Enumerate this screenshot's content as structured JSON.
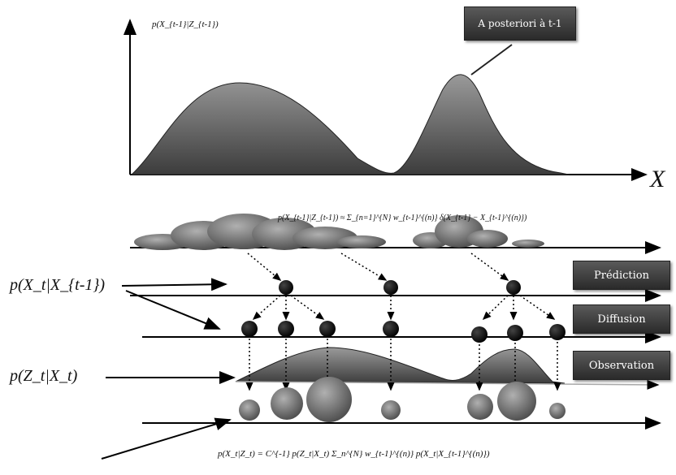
{
  "labels": {
    "top_axis_label": "p(X_{t-1}|Z_{t-1})",
    "x_axis": "X",
    "posterior_box": "A posteriori à t-1",
    "particle_eq": "p(X_{t-1}|Z_{t-1}) ≈ Σ_{n=1}^{N} w_{t-1}^{(n)} δ(X_{t-1} − X_{t-1}^{(n)})",
    "transition": "p(X_t|X_{t-1})",
    "likelihood": "p(Z_t|X_t)",
    "bottom_eq": "p(X_t|Z_t) = C^{-1} p(Z_t|X_t) Σ_n^{N} w_{t-1}^{(n)} p(X_t|X_{t-1}^{(n)})"
  },
  "stages": {
    "prediction": "Prédiction",
    "diffusion": "Diffusion",
    "observation": "Observation"
  }
}
